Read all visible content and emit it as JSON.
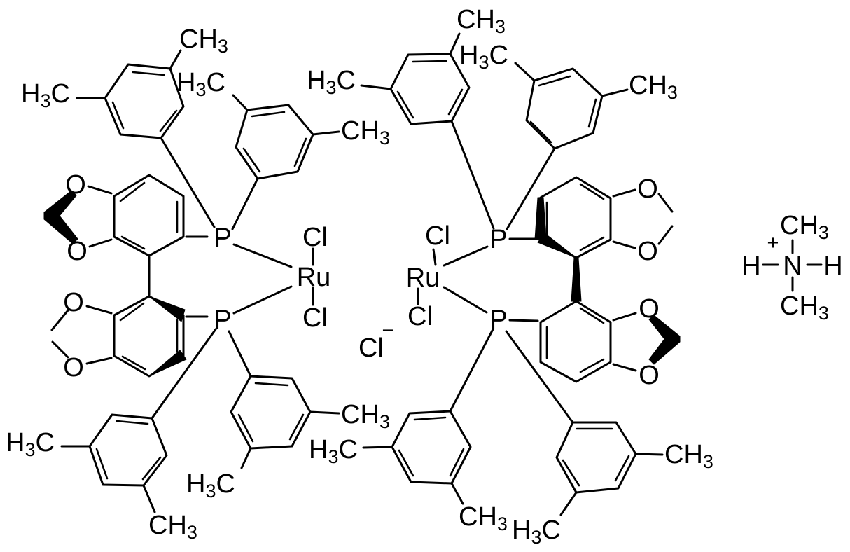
{
  "ink": "#000000",
  "background": "#ffffff",
  "sym": {
    "C": "C",
    "H": "H",
    "CH": "CH",
    "three": "3",
    "P": "P",
    "Ru": "Ru",
    "Cl": "Cl",
    "O": "O",
    "N": "N",
    "plus": "+",
    "minus": "−"
  },
  "structure": {
    "left_complex": {
      "metal": "Ru",
      "chloride_ligands": [
        "Cl",
        "Cl"
      ],
      "phosphorus_atoms": [
        "P",
        "P"
      ],
      "xylyl_methyls": [
        "CH3",
        "H3C",
        "H3C",
        "CH3",
        "H3C",
        "CH3",
        "H3C",
        "CH3"
      ],
      "dioxole_oxygens": [
        "O",
        "O",
        "O",
        "O"
      ]
    },
    "right_complex": {
      "metal": "Ru",
      "chloride_ligands": [
        "Cl",
        "Cl"
      ],
      "phosphorus_atoms": [
        "P",
        "P"
      ],
      "xylyl_methyls": [
        "CH3",
        "H3C",
        "H3C",
        "CH3",
        "H3C",
        "CH3",
        "H3C",
        "CH3"
      ],
      "dioxole_oxygens": [
        "O",
        "O",
        "O",
        "O"
      ]
    },
    "counter_ions": {
      "chloride": "Cl−",
      "dimethylammonium": "H2N(CH3)2+"
    }
  }
}
